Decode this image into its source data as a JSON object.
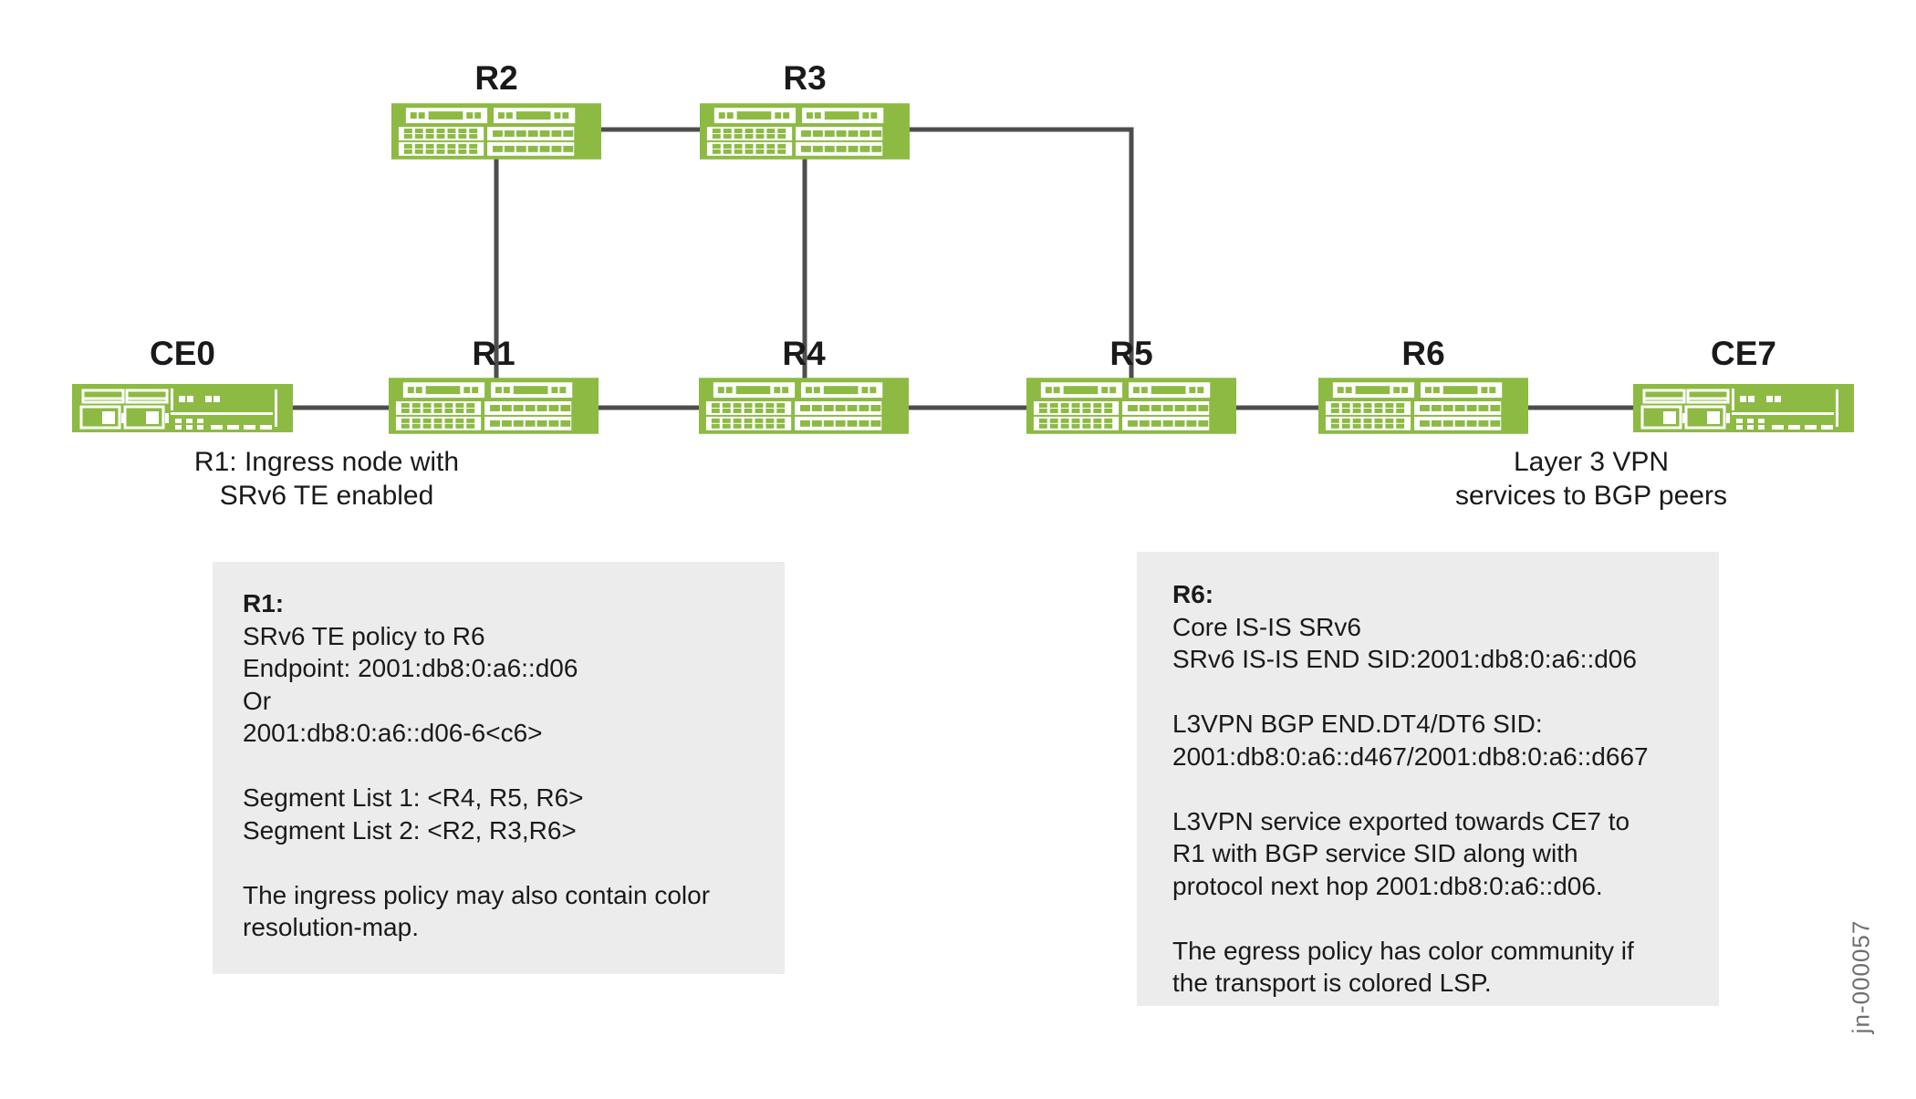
{
  "diagram": {
    "colors": {
      "green": "#8CBA43",
      "line": "#4D4D4F",
      "text": "#1A1A1A",
      "panel": "#ECECED",
      "watermark": "#6F6F71"
    },
    "nodes": [
      {
        "id": "ce0",
        "label": "CE0",
        "type": "ce-device"
      },
      {
        "id": "r1",
        "label": "R1",
        "type": "router"
      },
      {
        "id": "r2",
        "label": "R2",
        "type": "router"
      },
      {
        "id": "r3",
        "label": "R3",
        "type": "router"
      },
      {
        "id": "r4",
        "label": "R4",
        "type": "router"
      },
      {
        "id": "r5",
        "label": "R5",
        "type": "router"
      },
      {
        "id": "r6",
        "label": "R6",
        "type": "router"
      },
      {
        "id": "ce7",
        "label": "CE7",
        "type": "ce-device"
      }
    ],
    "captions": {
      "ingress": {
        "lines": [
          "R1: Ingress node with",
          "SRv6 TE enabled"
        ]
      },
      "egress": {
        "lines": [
          "Layer 3 VPN",
          "services to BGP peers"
        ]
      }
    },
    "notes": {
      "r1_policy": {
        "title": "R1:",
        "lines": [
          "SRv6 TE policy to R6",
          "Endpoint: 2001:db8:0:a6::d06",
          "Or",
          "2001:db8:0:a6::d06-6<c6>",
          "",
          "Segment List 1: <R4, R5, R6>",
          "Segment List 2: <R2, R3,R6>",
          "",
          "The ingress policy may also contain color",
          "resolution-map."
        ]
      },
      "r6_policy": {
        "title": "R6:",
        "lines": [
          "Core IS-IS SRv6",
          "SRv6 IS-IS END SID:2001:db8:0:a6::d06",
          "",
          "L3VPN BGP END.DT4/DT6 SID:",
          "2001:db8:0:a6::d467/2001:db8:0:a6::d667",
          "",
          "L3VPN service exported towards CE7 to",
          "R1 with BGP service SID along with",
          "protocol next hop 2001:db8:0:a6::d06.",
          "",
          "The egress policy has color community if",
          "the transport is colored LSP."
        ]
      }
    },
    "watermark": "jn-000057"
  }
}
